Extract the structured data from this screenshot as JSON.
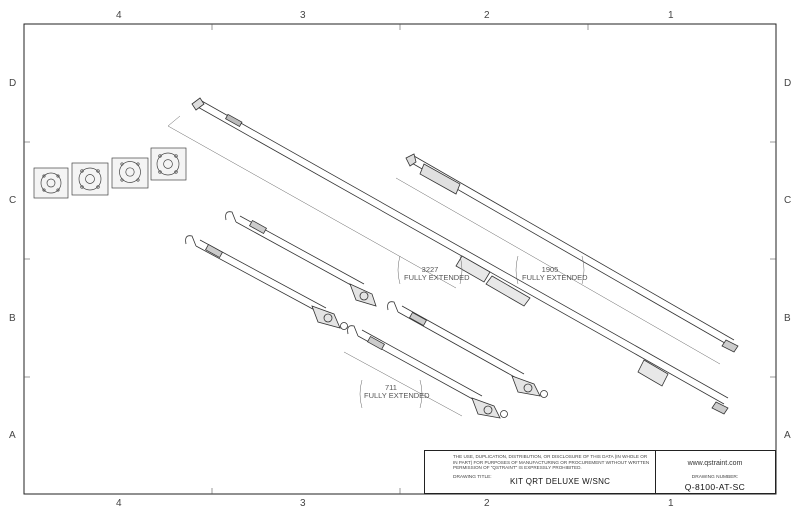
{
  "sheet": {
    "column_zones": [
      "4",
      "3",
      "2",
      "1"
    ],
    "row_zones": [
      "D",
      "C",
      "B",
      "A"
    ]
  },
  "dimensions": {
    "long_strap": {
      "value": "3227",
      "note": "FULLY EXTENDED"
    },
    "medium_strap": {
      "value": "1905",
      "note": "FULLY EXTENDED"
    },
    "short_strap": {
      "value": "711",
      "note": "FULLY EXTENDED"
    }
  },
  "title_block": {
    "notice": "THE USE, DUPLICATION, DISTRIBUTION, OR DISCLOSURE OF THIS DATA (IN WHOLE OR IN PART) FOR PURPOSES OF MANUFACTURING OR PROCUREMENT WITHOUT WRITTEN PERMISSION OF \"QSTRAINT\" IS EXPRESSLY PROHIBITED.",
    "drawing_title_label": "DRAWING TITLE:",
    "drawing_title": "KIT QRT DELUXE W/SNC",
    "website": "www.qstraint.com",
    "drawing_number_label": "DRAWING NUMBER:",
    "drawing_number": "Q-8100-AT-SC"
  }
}
